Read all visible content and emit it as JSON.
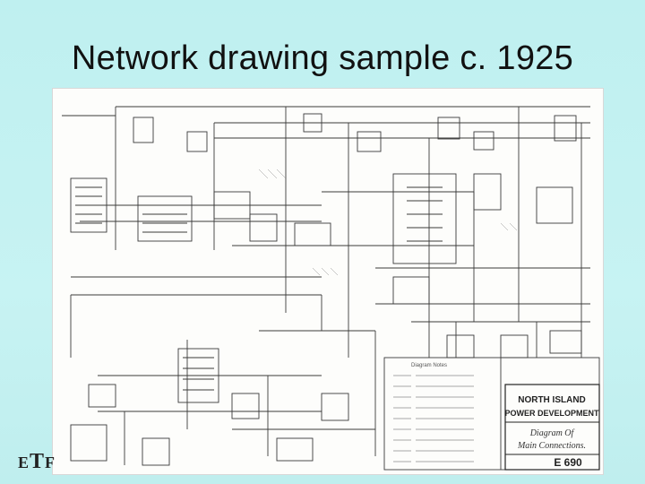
{
  "slide": {
    "title": "Network drawing sample c. 1925"
  },
  "drawing": {
    "title_block": {
      "line1": "NORTH ISLAND",
      "line2": "POWER DEVELOPMENT",
      "subtitle1": "Diagram Of",
      "subtitle2": "Main Connections.",
      "drawing_number": "E 690"
    },
    "legend_heading": "Diagram Notes"
  },
  "logo": {
    "letter_e": "E",
    "letter_t": "T",
    "letter_f": "F"
  },
  "colors": {
    "background": "#c2f1f1",
    "ink": "#333333",
    "paper": "#fdfdfb"
  }
}
